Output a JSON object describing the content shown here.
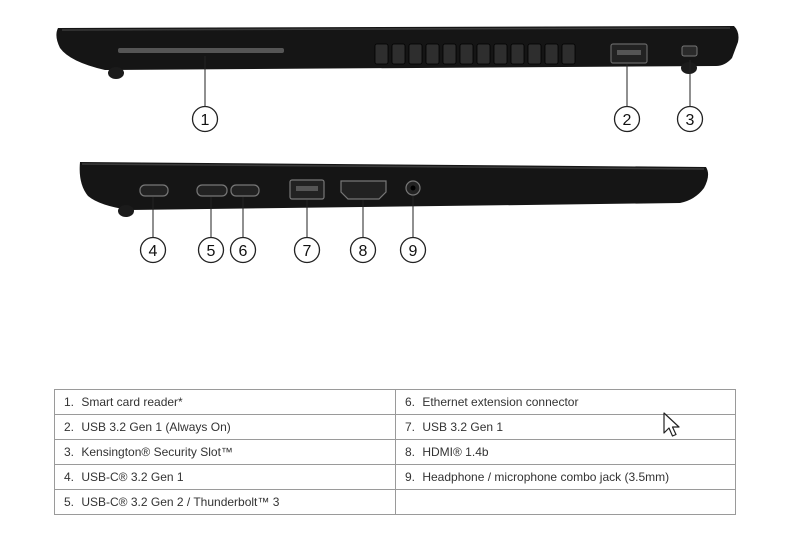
{
  "callouts": {
    "c1": "1",
    "c2": "2",
    "c3": "3",
    "c4": "4",
    "c5": "5",
    "c6": "6",
    "c7": "7",
    "c8": "8",
    "c9": "9"
  },
  "table": {
    "rows": [
      {
        "left": {
          "num": "1.",
          "text": "Smart card reader*"
        },
        "right": {
          "num": "6.",
          "text": "Ethernet extension connector"
        }
      },
      {
        "left": {
          "num": "2.",
          "text": "USB 3.2 Gen 1 (Always On)"
        },
        "right": {
          "num": "7.",
          "text": "USB 3.2 Gen 1"
        }
      },
      {
        "left": {
          "num": "3.",
          "text": "Kensington® Security Slot™"
        },
        "right": {
          "num": "8.",
          "text": "HDMI® 1.4b"
        }
      },
      {
        "left": {
          "num": "4.",
          "text": "USB-C® 3.2 Gen 1"
        },
        "right": {
          "num": "9.",
          "text": "Headphone / microphone combo jack (3.5mm)"
        }
      },
      {
        "left": {
          "num": "5.",
          "text": "USB-C® 3.2 Gen 2 / Thunderbolt™ 3"
        },
        "right": {
          "num": "",
          "text": ""
        }
      }
    ]
  },
  "colors": {
    "chassis": "#141414",
    "border": "#9a9a9a",
    "text": "#333333"
  },
  "icons": [
    "mouse-cursor-icon"
  ]
}
